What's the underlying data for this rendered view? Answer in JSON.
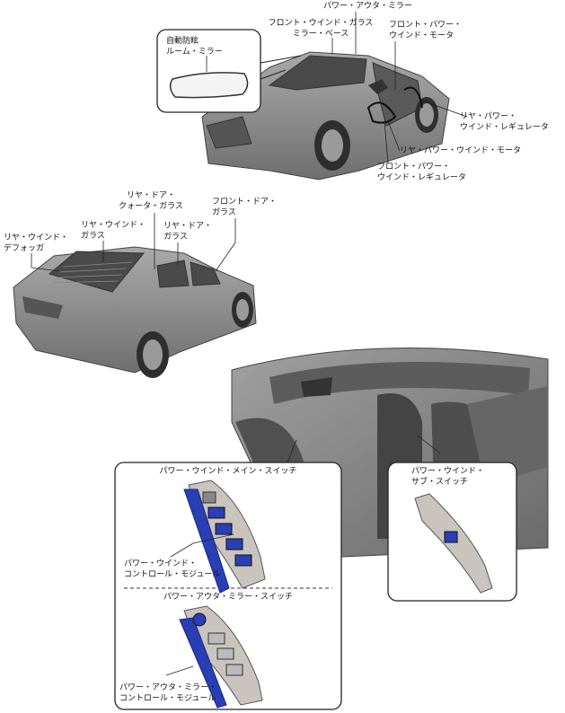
{
  "labels": {
    "auto_dimming_mirror": "自動防眩\nルーム・ミラー",
    "windshield_mirror_base": "フロント・ウインド・ガラス\nミラー・ベース",
    "power_outer_mirror": "パワー・アウタ・ミラー",
    "front_power_window_motor": "フロント・パワー・\nウインド・モータ",
    "rear_power_window_regulator": "リヤ・パワー・\nウインド・レギュレータ",
    "rear_power_window_motor": "リヤ・パワー・ウインド・モータ",
    "front_power_window_regulator": "フロント・パワー・\nウインド・レギュレータ",
    "rear_door_quarter_glass": "リヤ・ドア・\nクォータ・ガラス",
    "front_door_glass": "フロント・ドア・\nガラス",
    "rear_window_defogger": "リヤ・ウインド・\nデフォッガ",
    "rear_window_glass": "リヤ・ウインド・\nガラス",
    "rear_door_glass": "リヤ・ドア・\nガラス",
    "power_window_main_switch": "パワー・ウインド・メイン・スイッチ",
    "power_window_control_module": "パワー・ウインド・\nコントロール・モジュール",
    "power_outer_mirror_switch": "パワー・アウタ・ミラー・スイッチ",
    "power_outer_mirror_control_module": "パワー・アウタ・ミラー・\nコントロール・モジュール",
    "power_window_sub_switch": "パワー・ウインド・\nサブ・スイッチ"
  },
  "colors": {
    "car_body": "#8e8e8e",
    "switch_blue": "#2b3fb4",
    "switch_panel": "#c9c4bd"
  }
}
